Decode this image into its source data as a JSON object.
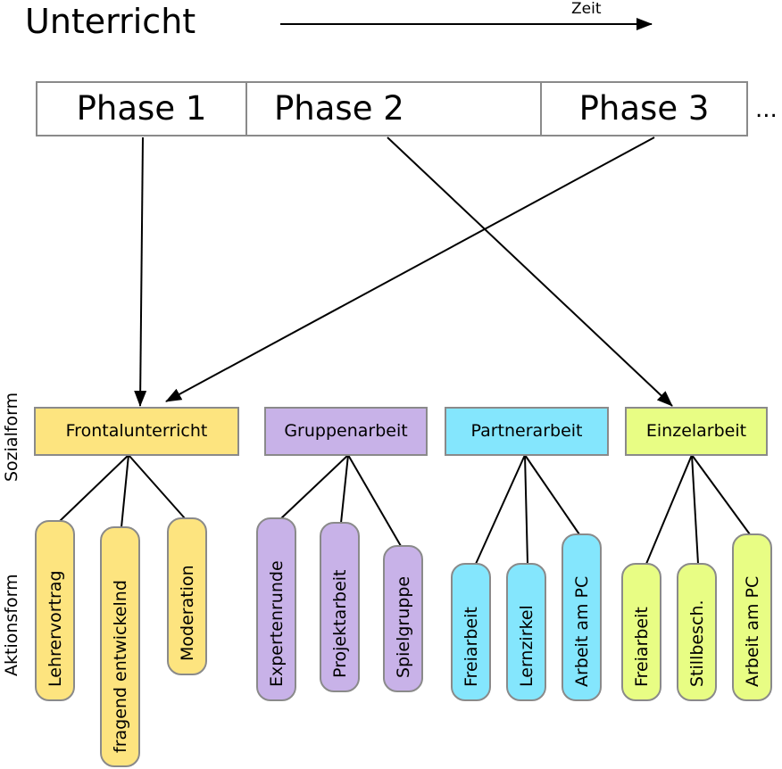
{
  "title": "Unterricht",
  "time_arrow_label": "Zeit",
  "phases": [
    {
      "label": "Phase 1"
    },
    {
      "label": "Phase 2"
    },
    {
      "label": "Phase 3"
    }
  ],
  "phases_continuation": "...",
  "axis_labels": {
    "social": "Sozialform",
    "action": "Aktionsform"
  },
  "colors": {
    "frontal": "#fde47f",
    "gruppe": "#c8b2e8",
    "partner": "#84e6fd",
    "einzel": "#e8fd84",
    "border": "#8a8a8a"
  },
  "social_forms": [
    {
      "label": "Frontalunterricht",
      "color": "#fde47f",
      "actions": [
        "Lehrervortrag",
        "fragend entwickelnd",
        "Moderation"
      ]
    },
    {
      "label": "Gruppenarbeit",
      "color": "#c8b2e8",
      "actions": [
        "Expertenrunde",
        "Projektarbeit",
        "Spielgruppe"
      ]
    },
    {
      "label": "Partnerarbeit",
      "color": "#84e6fd",
      "actions": [
        "Freiarbeit",
        "Lernzirkel",
        "Arbeit am PC"
      ]
    },
    {
      "label": "Einzelarbeit",
      "color": "#e8fd84",
      "actions": [
        "Freiarbeit",
        "Stillbesch.",
        "Arbeit am PC"
      ]
    }
  ],
  "mappings": [
    {
      "from": "Phase 1",
      "to": "Frontalunterricht"
    },
    {
      "from": "Phase 2",
      "to": "Einzelarbeit"
    },
    {
      "from": "Phase 3",
      "to": "Frontalunterricht"
    }
  ]
}
